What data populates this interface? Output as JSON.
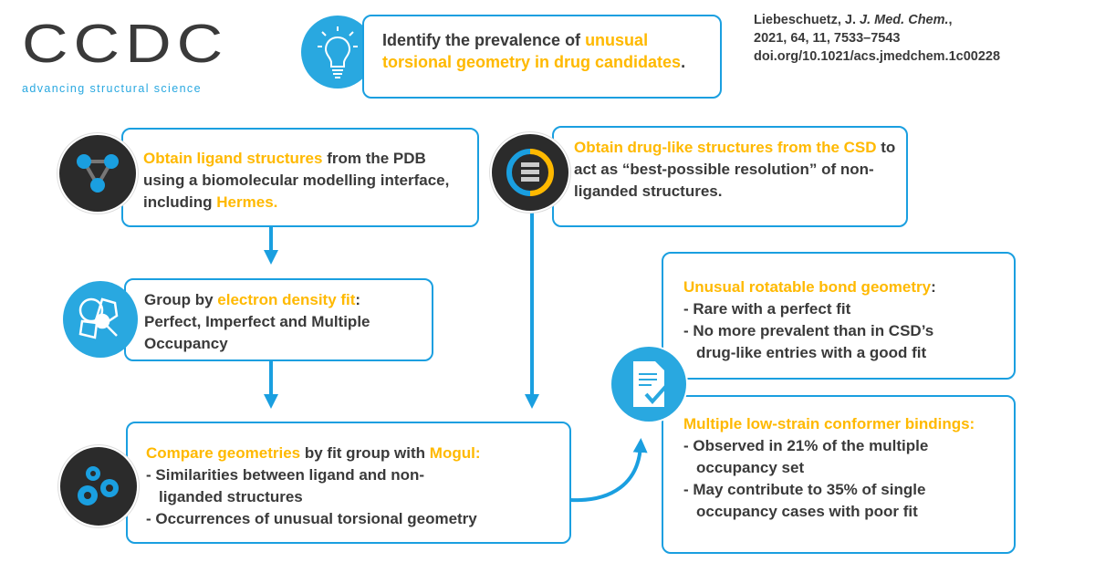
{
  "logo": {
    "letters": "CCDC",
    "tagline": "advancing structural science"
  },
  "citation": {
    "line1_a": "Liebeschuetz, J. ",
    "line1_b": "J. Med. Chem.",
    "line1_c": ",",
    "line2": "2021, 64, 11, 7533–7543",
    "line3": "doi.org/10.1021/acs.jmedchem.1c00228"
  },
  "goal": {
    "a": "Identify the prevalence of ",
    "b": "unusual torsional geometry in drug candidates",
    "c": "."
  },
  "step_pdb": {
    "a": "Obtain ligand structures",
    "b": " from the PDB using a biomolecular modelling interface, including ",
    "c": "Hermes."
  },
  "step_csd": {
    "a": "Obtain drug-like structures from the CSD",
    "b": " to act as “best-possible resolution” of non-liganded structures."
  },
  "step_group": {
    "a": "Group by ",
    "b": "electron density fit",
    "c": ":",
    "d": "Perfect, Imperfect and Multiple Occupancy"
  },
  "step_compare": {
    "a": "Compare geometries",
    "b": " by fit group with ",
    "c": "Mogul:",
    "bullets": [
      "- Similarities between ligand and non-",
      "liganded structures",
      "- Occurrences of unusual torsional geometry"
    ]
  },
  "result_rotatable": {
    "title": "Unusual rotatable bond geometry",
    "colon": ":",
    "bullets": [
      "- Rare with a perfect fit",
      "- No more prevalent than in CSD’s",
      "drug-like entries with a good fit"
    ]
  },
  "result_conformer": {
    "title": "Multiple low-strain conformer bindings:",
    "bullets": [
      "- Observed in 21% of the multiple",
      "occupancy set",
      "- May contribute to 35% of single",
      "occupancy cases with poor fit"
    ]
  },
  "colors": {
    "blue": "#1a9fe0",
    "yellow": "#ffb900",
    "dark": "#2b2b2b",
    "text": "#3a3a3a"
  }
}
